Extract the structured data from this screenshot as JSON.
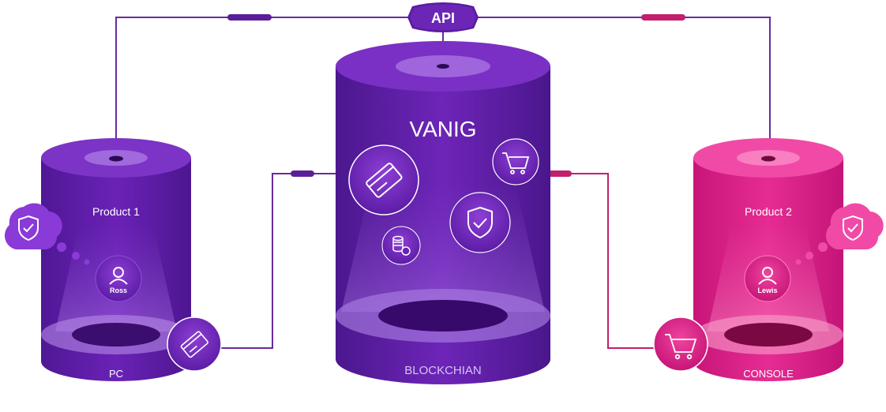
{
  "api": {
    "label": "API"
  },
  "center": {
    "title": "VANIG",
    "base_label": "BLOCKCHIAN",
    "icons": [
      "credit-card-icon",
      "shopping-cart-icon",
      "shield-check-icon",
      "coins-icon"
    ]
  },
  "left": {
    "title": "Product 1",
    "base_label": "PC",
    "user": "Ross",
    "bubble_icon": "shield-check-icon",
    "side_icon": "credit-card-icon"
  },
  "right": {
    "title": "Product 2",
    "base_label": "CONSOLE",
    "user": "Lewis",
    "bubble_icon": "shield-check-icon",
    "side_icon": "shopping-cart-icon"
  },
  "colors": {
    "purple_dark": "#4a1a8c",
    "purple": "#6a22b6",
    "purple_light": "#8e4ad6",
    "magenta": "#e0208a",
    "magenta_light": "#f04aa6",
    "line_purple": "#6a2a9a",
    "line_magenta": "#c21f6e"
  }
}
